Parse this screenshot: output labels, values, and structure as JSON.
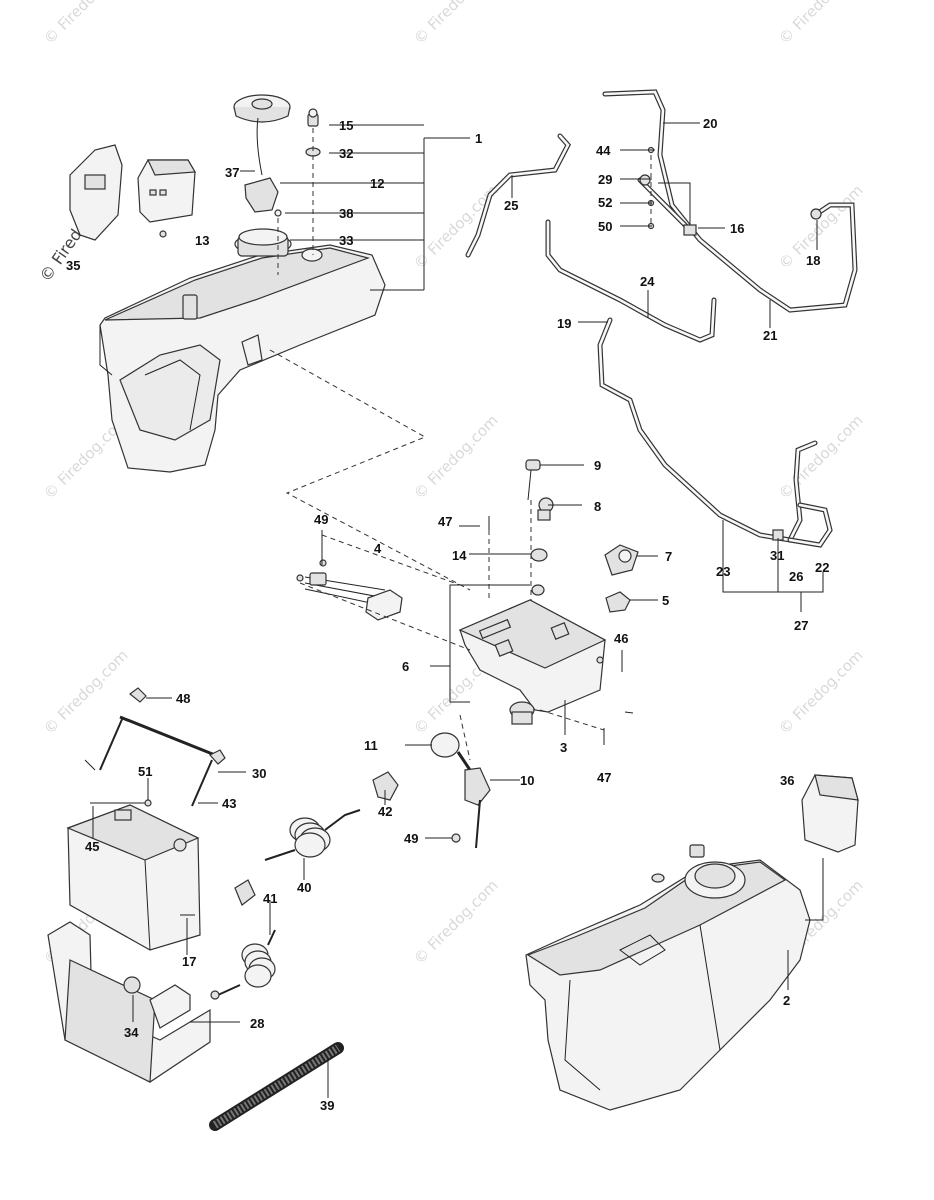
{
  "watermark": {
    "text": "© Firedog.com"
  },
  "callouts": [
    {
      "id": "c1",
      "label": "1"
    },
    {
      "id": "c2",
      "label": "2"
    },
    {
      "id": "c3",
      "label": "3"
    },
    {
      "id": "c4",
      "label": "4"
    },
    {
      "id": "c5",
      "label": "5"
    },
    {
      "id": "c6",
      "label": "6"
    },
    {
      "id": "c7",
      "label": "7"
    },
    {
      "id": "c8",
      "label": "8"
    },
    {
      "id": "c9",
      "label": "9"
    },
    {
      "id": "c10",
      "label": "10"
    },
    {
      "id": "c11",
      "label": "11"
    },
    {
      "id": "c12",
      "label": "12"
    },
    {
      "id": "c13",
      "label": "13"
    },
    {
      "id": "c14",
      "label": "14"
    },
    {
      "id": "c15",
      "label": "15"
    },
    {
      "id": "c16",
      "label": "16"
    },
    {
      "id": "c17",
      "label": "17"
    },
    {
      "id": "c18",
      "label": "18"
    },
    {
      "id": "c19",
      "label": "19"
    },
    {
      "id": "c20",
      "label": "20"
    },
    {
      "id": "c21",
      "label": "21"
    },
    {
      "id": "c22",
      "label": "22"
    },
    {
      "id": "c23",
      "label": "23"
    },
    {
      "id": "c24",
      "label": "24"
    },
    {
      "id": "c25",
      "label": "25"
    },
    {
      "id": "c26",
      "label": "26"
    },
    {
      "id": "c27",
      "label": "27"
    },
    {
      "id": "c28",
      "label": "28"
    },
    {
      "id": "c29",
      "label": "29"
    },
    {
      "id": "c30",
      "label": "30"
    },
    {
      "id": "c31",
      "label": "31"
    },
    {
      "id": "c32",
      "label": "32"
    },
    {
      "id": "c33",
      "label": "33"
    },
    {
      "id": "c34",
      "label": "34"
    },
    {
      "id": "c35",
      "label": "35"
    },
    {
      "id": "c36",
      "label": "36"
    },
    {
      "id": "c37",
      "label": "37"
    },
    {
      "id": "c38",
      "label": "38"
    },
    {
      "id": "c39",
      "label": "39"
    },
    {
      "id": "c40",
      "label": "40"
    },
    {
      "id": "c41",
      "label": "41"
    },
    {
      "id": "c42",
      "label": "42"
    },
    {
      "id": "c43",
      "label": "43"
    },
    {
      "id": "c44",
      "label": "44"
    },
    {
      "id": "c45",
      "label": "45"
    },
    {
      "id": "c46",
      "label": "46"
    },
    {
      "id": "c47a",
      "label": "47"
    },
    {
      "id": "c47b",
      "label": "47"
    },
    {
      "id": "c48",
      "label": "48"
    },
    {
      "id": "c49a",
      "label": "49"
    },
    {
      "id": "c49b",
      "label": "49"
    },
    {
      "id": "c50",
      "label": "50"
    },
    {
      "id": "c51",
      "label": "51"
    },
    {
      "id": "c52",
      "label": "52"
    }
  ]
}
